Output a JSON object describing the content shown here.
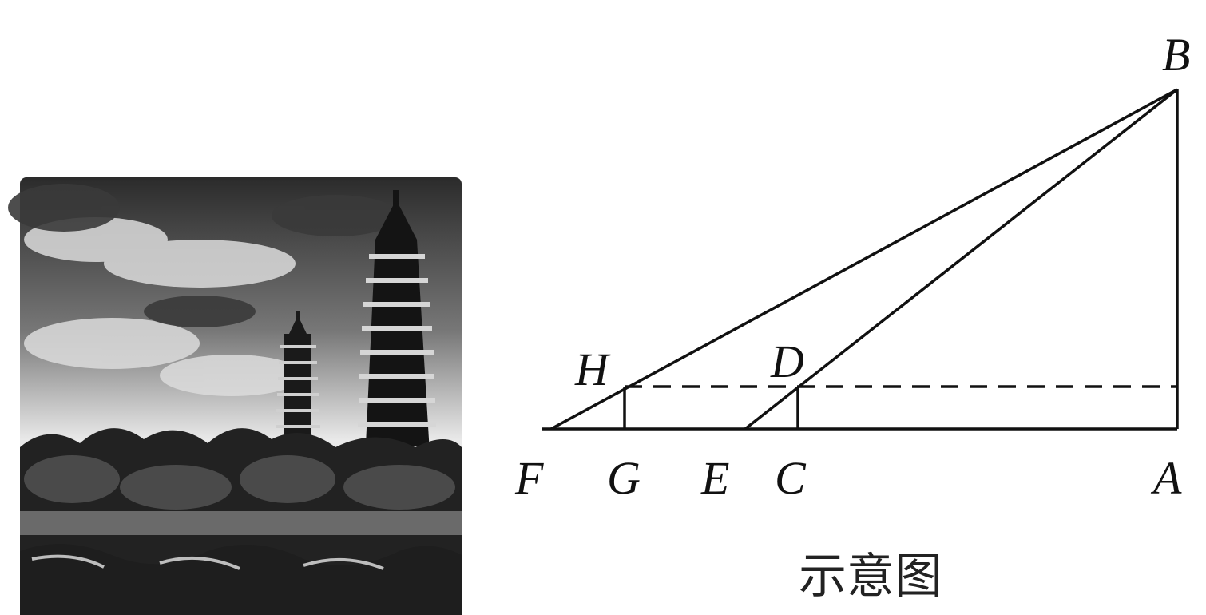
{
  "diagram": {
    "caption": "示意图",
    "points": {
      "A": "A",
      "B": "B",
      "C": "C",
      "D": "D",
      "E": "E",
      "F": "F",
      "G": "G",
      "H": "H"
    }
  },
  "photo": {
    "subject": "twin-pagodas",
    "style": "black-and-white"
  }
}
